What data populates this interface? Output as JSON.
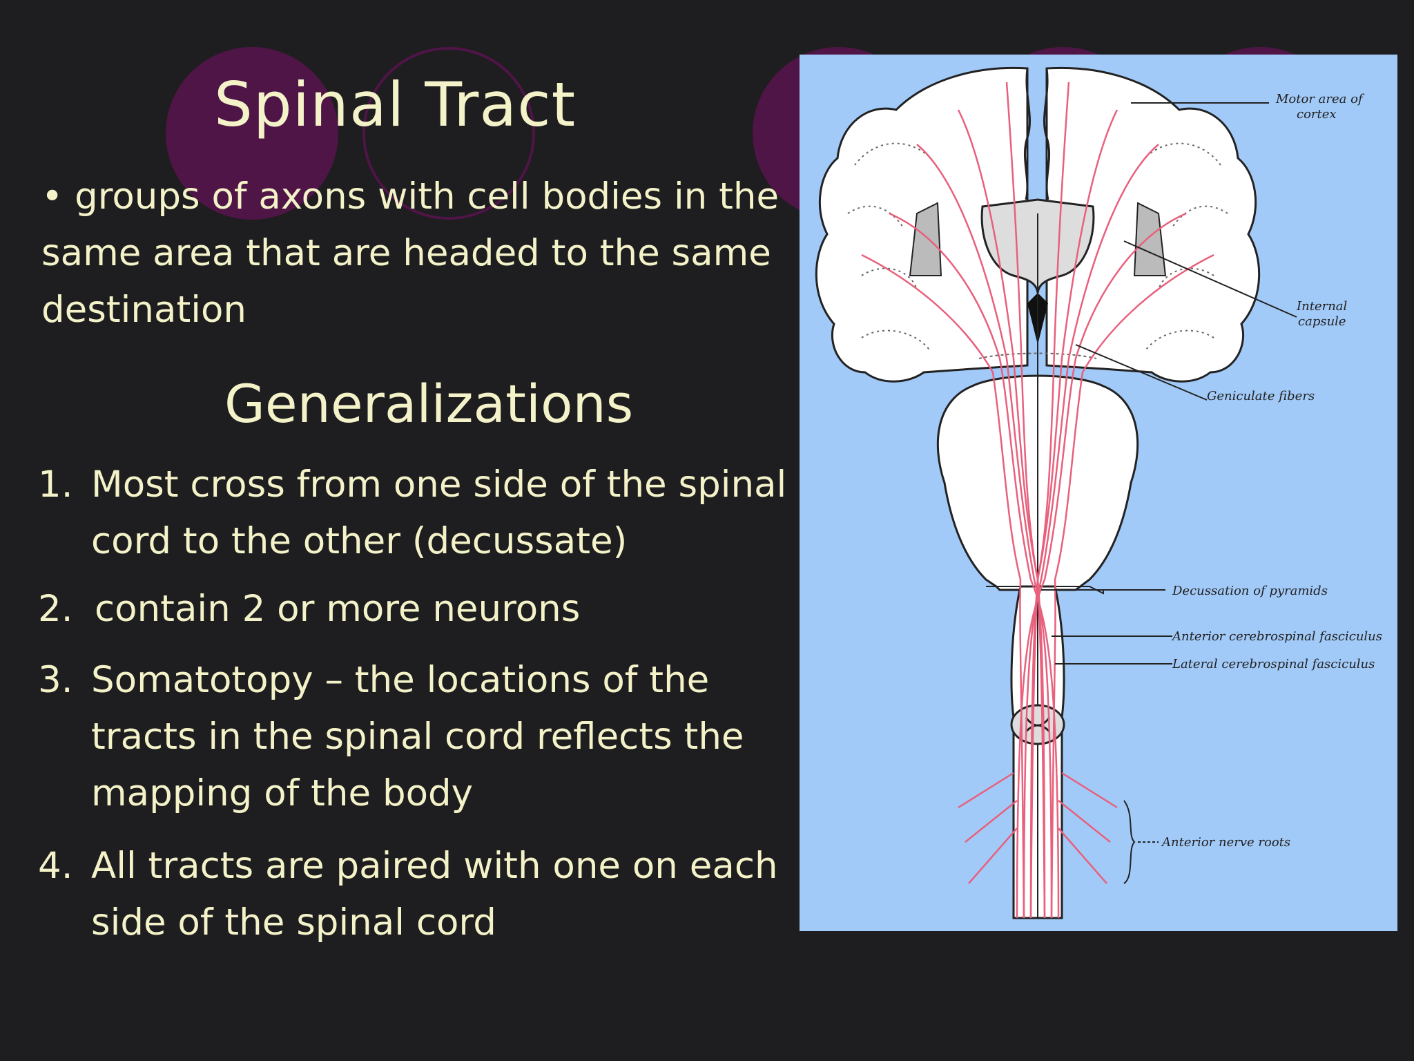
{
  "slide": {
    "title": "Spinal Tract",
    "intro": "• groups of axons with cell bodies in the same area that are headed to the same destination",
    "subtitle": "Generalizations",
    "items": [
      {
        "num": "1.",
        "text": "Most cross from one side of the spinal cord to the other (decussate)"
      },
      {
        "num": "2.",
        "text": "contain 2 or more neurons"
      },
      {
        "num": "3.",
        "text": "Somatotopy – the locations of the tracts in the spinal cord reflects the mapping of the body"
      },
      {
        "num": "4.",
        "text": "All tracts are paired with one on each side of the spinal cord"
      }
    ]
  },
  "diagram": {
    "labels": {
      "motor_area_1": "Motor area of",
      "motor_area_2": "cortex",
      "internal_capsule_1": "Internal",
      "internal_capsule_2": "capsule",
      "geniculate": "Geniculate fibers",
      "decussation": "Decussation of pyramids",
      "anterior_fasciculus": "Anterior cerebrospinal fasciculus",
      "lateral_fasciculus": "Lateral cerebrospinal fasciculus",
      "nerve_roots": "Anterior nerve roots"
    }
  },
  "colors": {
    "background": "#1e1d1f",
    "accent": "#4e1546",
    "text": "#f4f2c8",
    "diagram_bg": "#a2caf8",
    "tract": "#e8607c"
  }
}
